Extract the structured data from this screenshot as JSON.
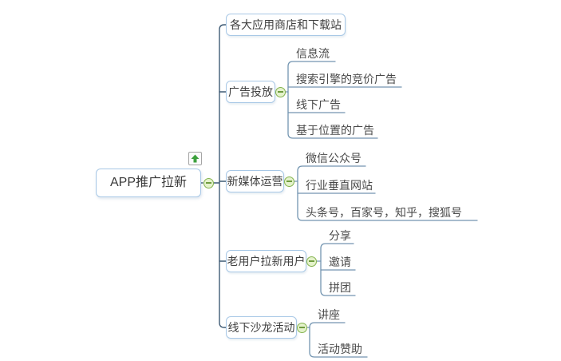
{
  "mindmap": {
    "root": {
      "label": "APP推广拉新"
    },
    "branches": [
      {
        "label": "各大应用商店和下载站",
        "children": []
      },
      {
        "label": "广告投放",
        "children": [
          "信息流",
          "搜索引擎的竞价广告",
          "线下广告",
          "基于位置的广告"
        ]
      },
      {
        "label": "新媒体运营",
        "children": [
          "微信公众号",
          "行业垂直网站",
          "头条号，百家号，知乎，搜狐号"
        ]
      },
      {
        "label": "老用户拉新用户",
        "children": [
          "分享",
          "邀请",
          "拼团"
        ]
      },
      {
        "label": "线下沙龙活动",
        "children": [
          "讲座",
          "活动赞助"
        ]
      }
    ],
    "icons": {
      "root_badge": "up-arrow-icon",
      "branch_toggle": "collapse-minus-icon"
    },
    "colors": {
      "canvas_bg": "#ffffff",
      "node_border": "#a8c8e6",
      "node_fill": "#ffffff",
      "main_line": "#3f5b75",
      "sub_line": "#7395b1",
      "collapse_fill": "#e4f2cb",
      "collapse_border": "#84b34e",
      "arrow_green": "#3da03d",
      "text": "#3f3f3f"
    }
  }
}
